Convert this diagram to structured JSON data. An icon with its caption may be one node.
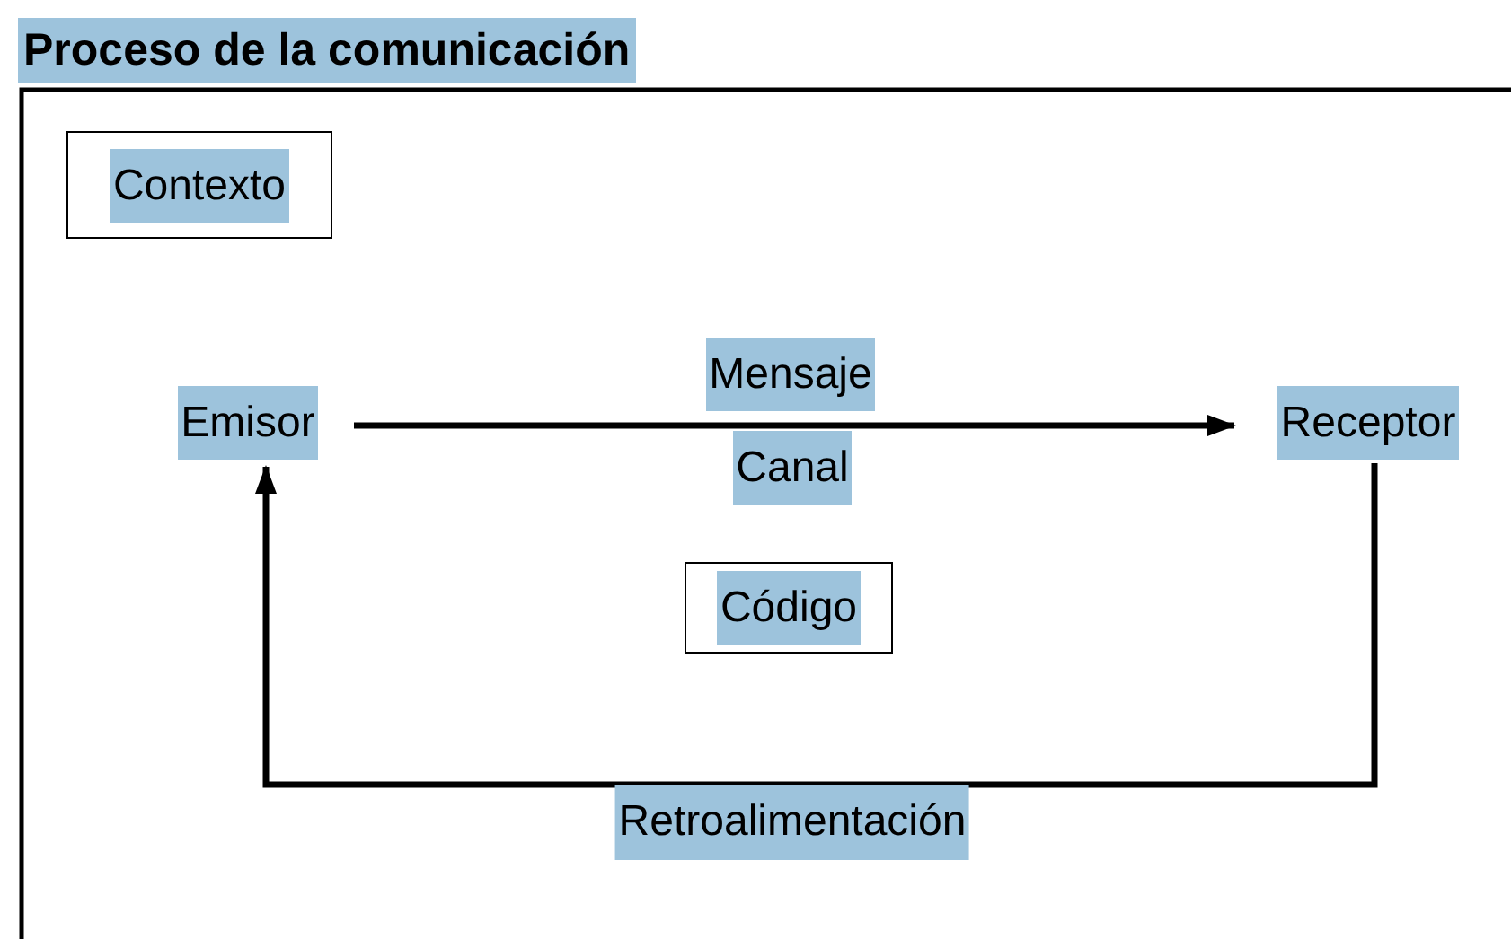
{
  "diagram": {
    "title": "Proceso de la comunicación",
    "nodes": [
      {
        "text": [
          "Contexto"
        ]
      },
      {
        "text": [
          "Mensaje"
        ]
      },
      {
        "text": [
          "Emisor"
        ]
      },
      {
        "text": [
          "Receptor"
        ]
      },
      {
        "text": [
          "Canal"
        ]
      },
      {
        "text": [
          "Código"
        ]
      }
    ],
    "edges": [
      {
        "from": 2,
        "to": 3,
        "arrow": "to"
      },
      {
        "from": 3,
        "to": 2,
        "arrow": "to",
        "label": "Retroalimentación"
      }
    ]
  }
}
